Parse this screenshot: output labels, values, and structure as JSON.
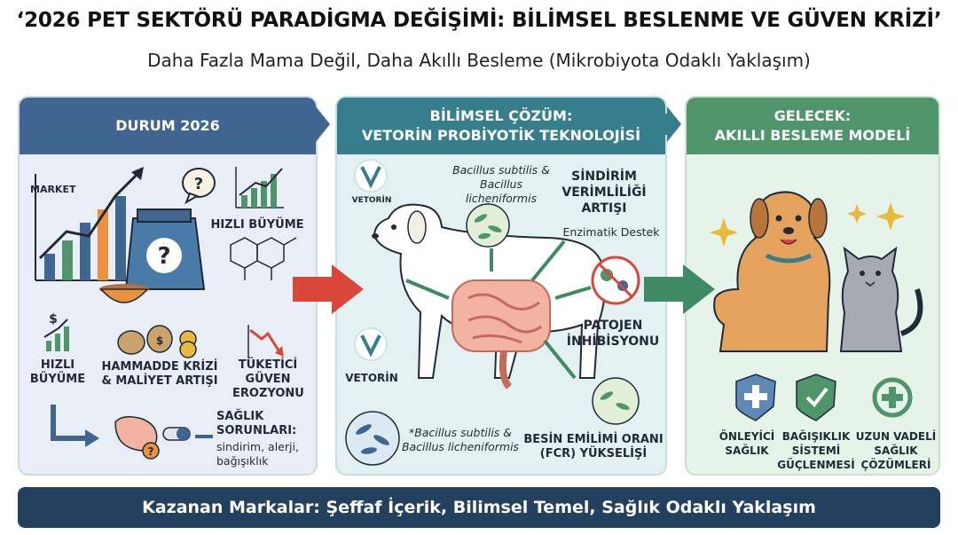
{
  "title": "‘2026 PET SEKTÖRÜ PARADİGMA DEĞİŞİMİ: BİLİMSEL BESLENME VE GÜVEN KRİZİ’",
  "subtitle": "Daha Fazla Mama Değil, Daha Akıllı Besleme (Mikrobiyota Odaklı Yaklaşım)",
  "panel1": {
    "header": "DURUM 2026",
    "market_label": "MARKET",
    "hizli_buyume_1": "HIZLI BÜYÜME",
    "hizli_buyume_2": [
      "HIZLI",
      "BÜYÜME"
    ],
    "hammadde": [
      "HAMMADDE KRİZİ",
      "& MALİYET ARTIŞI"
    ],
    "tuketici": [
      "TÜKETİCİ",
      "GÜVEN",
      "EROZYONU"
    ],
    "saglik_title": [
      "SAĞLIK",
      "SORUNLARI:"
    ],
    "saglik_items": [
      "sindirim, alerji,",
      "bağışıklık"
    ]
  },
  "panel2": {
    "header": [
      "BİLİMSEL ÇÖZÜM:",
      "VETORİN PROBİYOTİK TEKNOLOJİSİ"
    ],
    "brand_1": "VETORİN",
    "brand_2": "VETORİN",
    "bacteria_top": [
      "Bacillus subtilis &",
      "Bacillus licheniformis"
    ],
    "bacteria_bottom": [
      "*Bacillus subtilis &",
      "Bacillus licheniformis"
    ],
    "sindirim": [
      "SİNDİRİM",
      "VERİMLİLİĞİ",
      "ARTIŞI"
    ],
    "enzimatik": "Enzimatik Destek",
    "patojen": [
      "PATOJEN",
      "İNHİBİSYONU"
    ],
    "besin": [
      "BESİN EMİLİMİ ORANI",
      "(FCR) YÜKSELİŞİ"
    ]
  },
  "panel3": {
    "header": [
      "GELECEK:",
      "AKILLI BESLEME MODELİ"
    ],
    "benefits": [
      [
        "ÖNLEYİCİ",
        "SAĞLIK"
      ],
      [
        "BAĞIŞIKLIK",
        "SİSTEMİ",
        "GÜÇLENMESİ"
      ],
      [
        "UZUN VADELİ",
        "SAĞLIK",
        "ÇÖZÜMLERİ"
      ]
    ]
  },
  "footer": "Kazanan Markalar: Şeffaf İçerik, Bilimsel Temel, Sağlık Odaklı Yaklaşım",
  "colors": {
    "panel1_header": "#3f6590",
    "panel2_header": "#367e8c",
    "panel3_header": "#4f946a",
    "footer": "#23405f",
    "red_arrow": "#d9463a",
    "green_arrow": "#3f8a64"
  },
  "icons": [
    "market-chart-icon",
    "question-bubble-icon",
    "food-bag-icon",
    "food-bowl-icon",
    "growth-chart-icon",
    "chemical-structure-icon",
    "money-growth-icon",
    "money-bags-icon",
    "falling-trust-icon",
    "stomach-icon",
    "pill-icon",
    "vetorin-logo-icon",
    "dog-illustration",
    "intestine-icon",
    "bacteria-icon",
    "pathogen-block-icon",
    "dog-cat-illustration",
    "shield-plus-icon",
    "shield-check-icon",
    "cycle-plus-icon",
    "sparkle-icon"
  ]
}
